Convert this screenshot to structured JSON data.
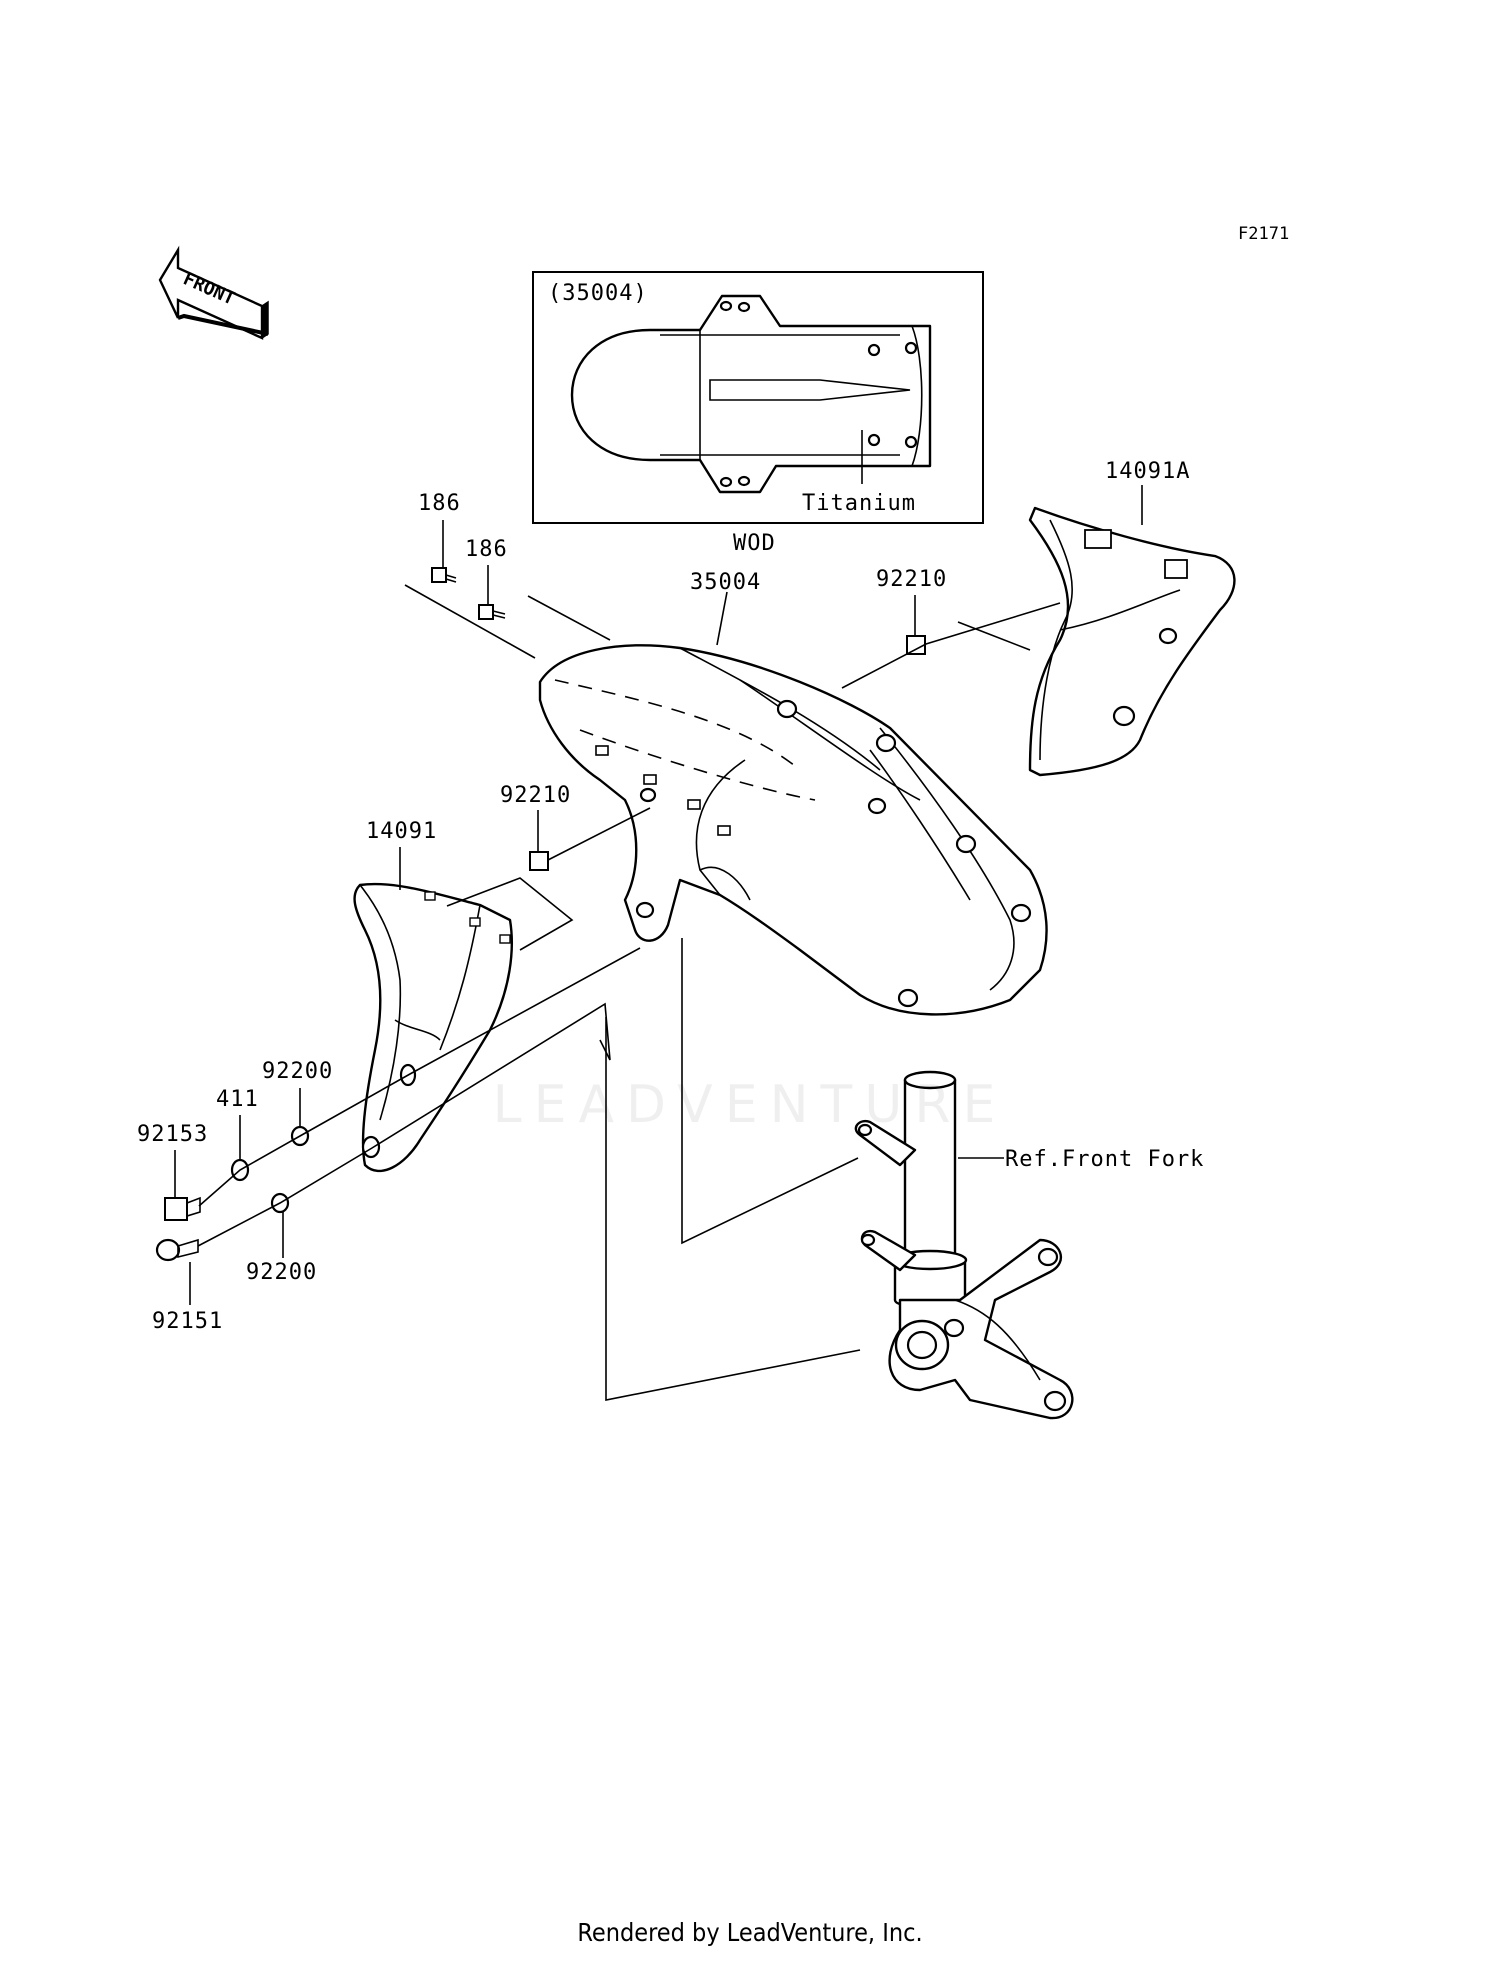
{
  "diagram": {
    "figure_code": "F2171",
    "front_arrow_label": "FRONT",
    "inset": {
      "part_ref": "(35004)",
      "note": "Titanium",
      "variant_code": "WOD"
    },
    "callouts": {
      "bolt_186_a": "186",
      "bolt_186_b": "186",
      "front_fender": "35004",
      "cover_right": "14091A",
      "nut_92210_upper": "92210",
      "nut_92210_lower": "92210",
      "cover_left": "14091",
      "washer_92200_upper": "92200",
      "washer_411": "411",
      "bolt_92153": "92153",
      "washer_92200_lower": "92200",
      "bolt_92151": "92151",
      "front_fork_ref": "Ref.Front Fork"
    }
  },
  "watermark": "LEADVENTURE",
  "footer": "Rendered by LeadVenture, Inc."
}
